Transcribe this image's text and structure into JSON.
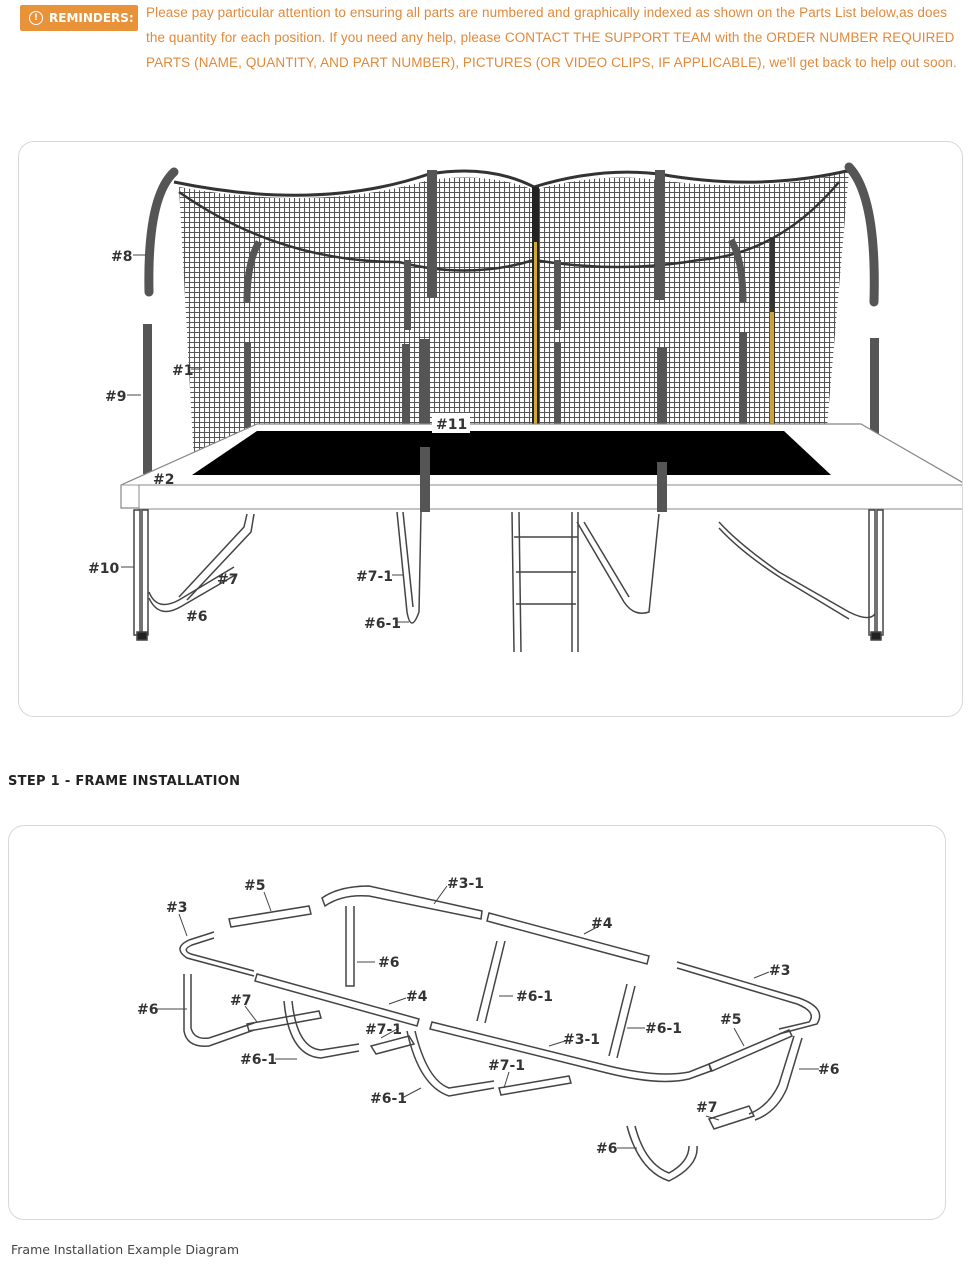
{
  "reminder": {
    "badge_label": "REMINDERS:",
    "badge_icon": "info-circle-icon",
    "text": "Please pay particular attention to ensuring all parts are numbered and graphically indexed as shown on the Parts List below,as does the quantity for each position. If you need any help, please CONTACT THE SUPPORT TEAM with the ORDER NUMBER REQUIRED PARTS (NAME, QUANTITY, AND PART NUMBER), PICTURES (OR VIDEO CLIPS, IF APPLICABLE), we'll get back to help out soon.",
    "color": "#e8923a"
  },
  "assembled_diagram": {
    "labels": [
      "#8",
      "#1",
      "#9",
      "#11",
      "#2",
      "#10",
      "#7",
      "#6",
      "#7-1",
      "#6-1"
    ]
  },
  "step1": {
    "title": "STEP 1 - FRAME INSTALLATION",
    "labels": [
      "#5",
      "#3-1",
      "#3",
      "#4",
      "#6",
      "#3",
      "#7",
      "#4",
      "#6-1",
      "#6",
      "#7-1",
      "#5",
      "#6-1",
      "#3-1",
      "#6-1",
      "#7-1",
      "#6",
      "#6-1",
      "#7",
      "#6"
    ]
  },
  "caption": "Frame Installation Example Diagram"
}
